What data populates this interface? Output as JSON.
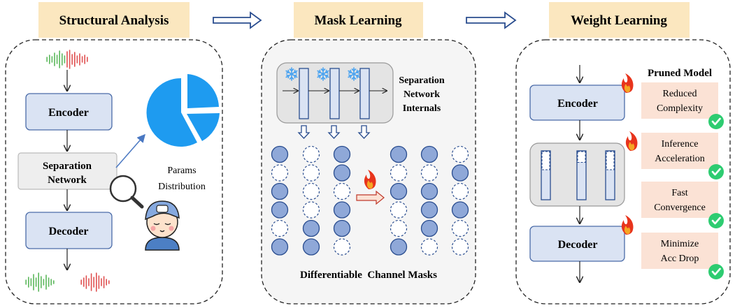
{
  "headers": {
    "structural": "Structural Analysis",
    "mask": "Mask Learning",
    "weight": "Weight Learning"
  },
  "structural": {
    "encoder": "Encoder",
    "separation_line1": "Separation",
    "separation_line2": "Network",
    "decoder": "Decoder",
    "params_line1": "Params",
    "params_line2": "Distribution"
  },
  "mask": {
    "internals_line1": "Separation",
    "internals_line2": "Network",
    "internals_line3": "Internals",
    "caption": "Differentiable  Channel Masks",
    "columns_left": [
      [
        "s",
        "d",
        "s",
        "s",
        "d",
        "s"
      ],
      [
        "d",
        "d",
        "d",
        "d",
        "s",
        "s"
      ],
      [
        "s",
        "s",
        "d",
        "s",
        "s",
        "d"
      ]
    ],
    "columns_right": [
      [
        "s",
        "d",
        "s",
        "d",
        "d",
        "s"
      ],
      [
        "s",
        "d",
        "s",
        "s",
        "s",
        "d"
      ],
      [
        "d",
        "s",
        "d",
        "s",
        "d",
        "d"
      ]
    ]
  },
  "weight": {
    "pruned_title": "Pruned Model",
    "encoder": "Encoder",
    "decoder": "Decoder",
    "benefits": [
      {
        "line1": "Reduced",
        "line2": "Complexity"
      },
      {
        "line1": "Inference",
        "line2": "Acceleration"
      },
      {
        "line1": "Fast",
        "line2": "Convergence"
      },
      {
        "line1": "Minimize",
        "line2": "Acc Drop"
      }
    ],
    "bar_fill_levels": [
      0.6,
      0.75,
      0.6
    ]
  },
  "colors": {
    "header_bg": "#fbe7bf",
    "block_fill": "#dae3f3",
    "block_stroke": "#4a6ba8",
    "circle_fill": "#8fa8d8",
    "benefit_bg": "#fbe2d5",
    "check": "#2ecc71",
    "pie": "#1e9bf0",
    "wave_green": "#5cb85c",
    "wave_red": "#e05050",
    "flame_red": "#e8341c",
    "flame_orange": "#f5a623"
  },
  "icons": [
    "flame-icon",
    "snowflake-icon",
    "check-icon",
    "magnifier-icon",
    "pie-chart-icon",
    "waveform-icon",
    "person-avatar-icon"
  ]
}
